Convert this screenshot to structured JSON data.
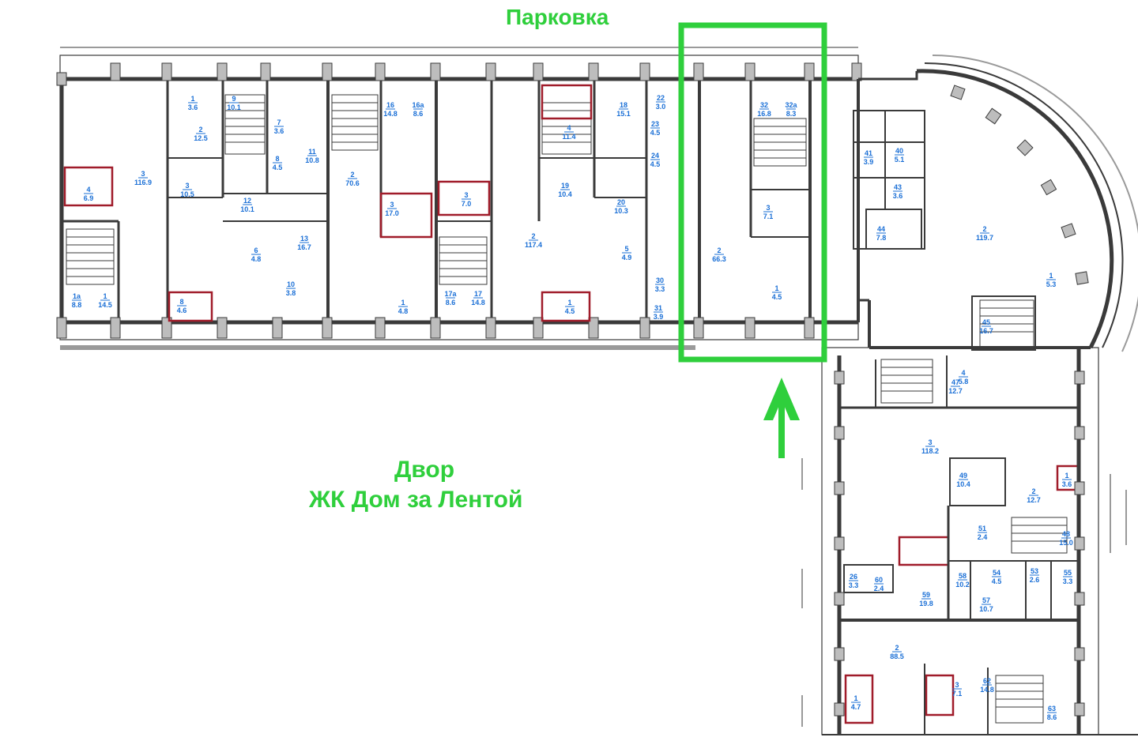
{
  "labels": {
    "parking": "Парковка",
    "yard_line1": "Двор",
    "yard_line2": "ЖК Дом за Лентой"
  },
  "colors": {
    "highlight": "#2fcf3c",
    "room_number": "#1a6fd6",
    "wall": "#3a3a3a",
    "wall_fill": "#bdbdbd",
    "marker": "#c8102e"
  },
  "rooms": [
    {
      "num": "1",
      "area": "3.6"
    },
    {
      "num": "3",
      "area": "116.9"
    },
    {
      "num": "4",
      "area": "6.9"
    },
    {
      "num": "1а",
      "area": "8.8"
    },
    {
      "num": "1",
      "area": "14.5"
    },
    {
      "num": "2",
      "area": "12.5"
    },
    {
      "num": "3",
      "area": "10.5"
    },
    {
      "num": "8",
      "area": "4.6"
    },
    {
      "num": "9",
      "area": "10.1"
    },
    {
      "num": "7",
      "area": "3.6"
    },
    {
      "num": "8",
      "area": "4.5"
    },
    {
      "num": "11",
      "area": "10.8"
    },
    {
      "num": "12",
      "area": "10.1"
    },
    {
      "num": "6",
      "area": "4.8"
    },
    {
      "num": "13",
      "area": "16.7"
    },
    {
      "num": "10",
      "area": "3.8"
    },
    {
      "num": "2",
      "area": "70.6"
    },
    {
      "num": "16",
      "area": "14.8"
    },
    {
      "num": "16а",
      "area": "8.6"
    },
    {
      "num": "3",
      "area": "17.0"
    },
    {
      "num": "1",
      "area": "4.8"
    },
    {
      "num": "3",
      "area": "7.0"
    },
    {
      "num": "17а",
      "area": "8.6"
    },
    {
      "num": "17",
      "area": "14.8"
    },
    {
      "num": "4",
      "area": "11.4"
    },
    {
      "num": "19",
      "area": "10.4"
    },
    {
      "num": "2",
      "area": "117.4"
    },
    {
      "num": "1",
      "area": "4.5"
    },
    {
      "num": "18",
      "area": "15.1"
    },
    {
      "num": "22",
      "area": "3.0"
    },
    {
      "num": "23",
      "area": "4.5"
    },
    {
      "num": "24",
      "area": "4.5"
    },
    {
      "num": "20",
      "area": "10.3"
    },
    {
      "num": "5",
      "area": "4.9"
    },
    {
      "num": "30",
      "area": "3.3"
    },
    {
      "num": "31",
      "area": "3.9"
    },
    {
      "num": "2",
      "area": "66.3"
    },
    {
      "num": "3",
      "area": "7.1"
    },
    {
      "num": "1",
      "area": "4.5"
    },
    {
      "num": "32",
      "area": "16.8"
    },
    {
      "num": "32а",
      "area": "8.3"
    },
    {
      "num": "41",
      "area": "3.9"
    },
    {
      "num": "40",
      "area": "5.1"
    },
    {
      "num": "43",
      "area": "3.6"
    },
    {
      "num": "44",
      "area": "7.8"
    },
    {
      "num": "2",
      "area": "119.7"
    },
    {
      "num": "1",
      "area": "5.3"
    },
    {
      "num": "45",
      "area": "16.7"
    },
    {
      "num": "47",
      "area": "12.7"
    },
    {
      "num": "4",
      "area": "5.8"
    },
    {
      "num": "3",
      "area": "118.2"
    },
    {
      "num": "49",
      "area": "10.4"
    },
    {
      "num": "2",
      "area": "12.7"
    },
    {
      "num": "1",
      "area": "3.6"
    },
    {
      "num": "51",
      "area": "2.4"
    },
    {
      "num": "48",
      "area": "15.0"
    },
    {
      "num": "26",
      "area": "3.3"
    },
    {
      "num": "58",
      "area": "10.2"
    },
    {
      "num": "54",
      "area": "4.5"
    },
    {
      "num": "53",
      "area": "2.6"
    },
    {
      "num": "55",
      "area": "3.3"
    },
    {
      "num": "59",
      "area": "19.8"
    },
    {
      "num": "57",
      "area": "10.7"
    },
    {
      "num": "60",
      "area": "2.4"
    },
    {
      "num": "2",
      "area": "88.5"
    },
    {
      "num": "1",
      "area": "4.7"
    },
    {
      "num": "3",
      "area": "7.1"
    },
    {
      "num": "62",
      "area": "14.8"
    },
    {
      "num": "63",
      "area": "8.6"
    }
  ]
}
